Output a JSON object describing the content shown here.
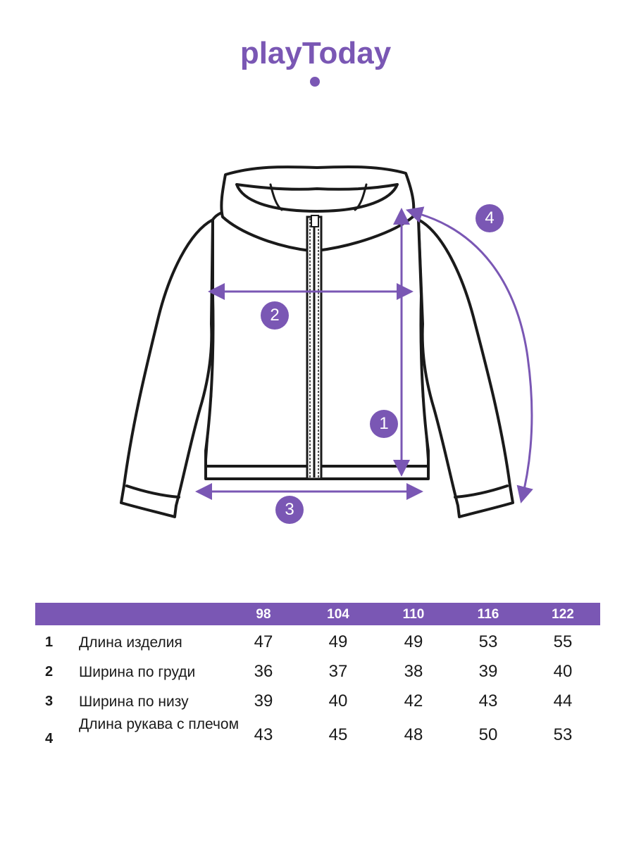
{
  "brand": {
    "name": "playToday",
    "color": "#7a57b4"
  },
  "markers": [
    "1",
    "2",
    "3",
    "4"
  ],
  "table": {
    "sizes": [
      "98",
      "104",
      "110",
      "116",
      "122"
    ],
    "rows": [
      {
        "num": "1",
        "label": "Длина изделия",
        "values": [
          "47",
          "49",
          "49",
          "53",
          "55"
        ]
      },
      {
        "num": "2",
        "label": "Ширина по груди",
        "values": [
          "36",
          "37",
          "38",
          "39",
          "40"
        ]
      },
      {
        "num": "3",
        "label": "Ширина по низу",
        "values": [
          "39",
          "40",
          "42",
          "43",
          "44"
        ]
      },
      {
        "num": "4",
        "label": "Длина рукава с плечом",
        "values": [
          "43",
          "45",
          "48",
          "50",
          "53"
        ]
      }
    ]
  }
}
